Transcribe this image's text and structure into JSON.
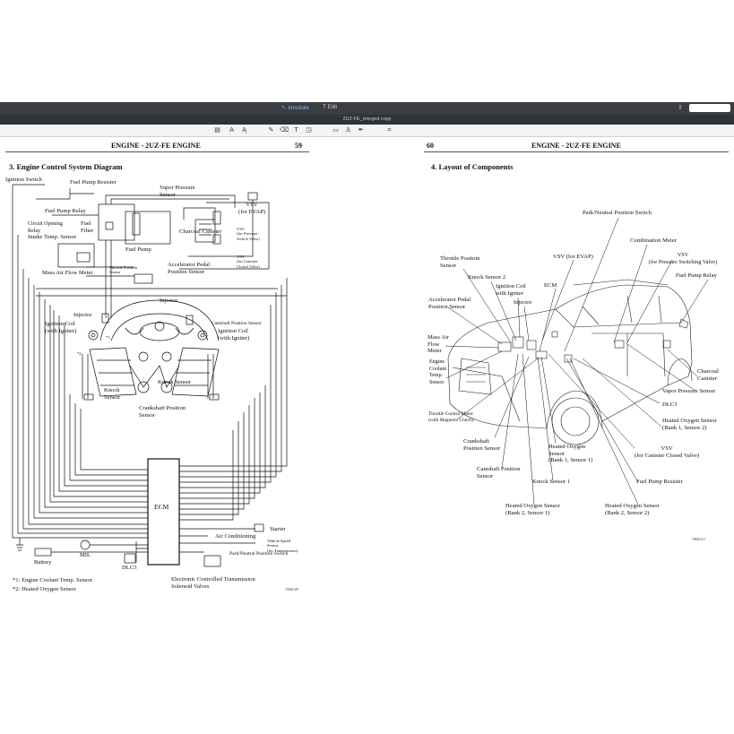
{
  "app": {
    "modes": {
      "annotate": "Annotate",
      "edit": "Edit"
    },
    "file_title": "2UZ-FE_merged copy"
  },
  "left_page": {
    "header_left": "ENGINE - 2UZ-FE ENGINE",
    "page_number": "59",
    "section_title": "3.  Engine Control System Diagram",
    "labels": {
      "ignition_switch": "Ignition Switch",
      "fuel_pump_resister": "Fuel Pump Resister",
      "vapor_pressure_sensor": "Vapor Pressure\nSensor",
      "vsv_evap": "VSV\n(for EVAP)",
      "fuel_pump_relay": "Fuel Pump Relay",
      "circuit_opening_relay": "Circuit Opening\nRelay",
      "fuel_filter": "Fuel\nFilter",
      "intake_temp_sensor": "Intake Temp. Sensor",
      "vsv_pressure_switch": "VSV\n(for Pressure\nSwitch Valve)",
      "charcoal_canister": "Charcoal Canister",
      "fuel_pump": "Fuel Pump",
      "vsv_canister_closed": "VSV\n(for Canister\nClosed Valve)",
      "throttle_position_sensor": "Throttle Position\nSensor",
      "accelerator_pedal_sensor": "Accelerator Pedal\nPosition Sensor",
      "mass_air_flow_meter": "Mass Air Flow Meter",
      "injector_top": "Injector",
      "injector_left": "Injector",
      "ignition_coil_left": "Ignition Coil\n(with Igniter)",
      "camshaft_position_sensor": "Camshaft Position Sensor",
      "ignition_coil_right": "Ignition Coil\n(with Igniter)",
      "knock_sensor_left": "Knock\nSensor",
      "knock_sensor_right": "Knock Sensor",
      "crankshaft_position_sensor": "Crankshaft Position\nSensor",
      "ecm": "ECM",
      "starter": "Starter",
      "air_conditioning": "Air Conditioning",
      "vehicle_speed_sensor": "Vehicle Speed\nSensor\n(for Transmission)",
      "park_neutral_switch": "Park/Neutral Position Switch",
      "battery": "Battery",
      "mil": "MIL",
      "dlc3": "DLC3",
      "ect_solenoid": "Electronic Controlled Transmission\nSolenoid Valves",
      "star1": "*1",
      "star2": "*2"
    },
    "notes": [
      "*1: Engine Coolant Temp. Sensor",
      "*2: Heated Oxygen Sensor"
    ],
    "figure_code": "196EG09"
  },
  "right_page": {
    "page_number": "60",
    "header_right": "ENGINE - 2UZ-FE ENGINE",
    "section_title": "4.  Layout of Components",
    "labels": {
      "park_neutral_switch": "Park/Neutral Position Switch",
      "combination_meter": "Combination Meter",
      "throttle_position_sensor": "Throttle Positoin\nSensor",
      "vsv_evap": "VSV (for EVAP)",
      "vsv_pressure_switching": "VSV\n(for Pressure Switching Valve)",
      "knock_sensor_2": "Knock Sensor 2",
      "fuel_pump_relay": "Fuel Pump Relay",
      "ignition_coil": "Ignition Coil\nwith Igniter",
      "ecm": "ECM",
      "accelerator_pedal_sensor": "Accelerator Pedal\nPosition Sensor",
      "injector": "Injector",
      "mass_air_flow_meter": "Mass Air\nFlow\nMeter",
      "engine_coolant_temp": "Engine\nCoolant\nTemp.\nSensor",
      "charcoal_canister": "Charcoal\nCanister",
      "vapor_pressure_sensor": "Vapor Pressure Sensor",
      "dlc3": "DLC3",
      "throttle_control_motor": "Throttle Control Motor\n(with Magnetic Clutch)",
      "ho2_b1s2": "Heated Oxygen Sensor\n(Bank 1, Sensor 2)",
      "crankshaft_sensor": "Crankshaft\nPosition Sensor",
      "ho2_b1s1": "Heated Oxygen\nSensor\n(Bank 1, Sensor 1)",
      "vsv_canister_closed": "VSV\n(for Canister Closed Valve)",
      "camshaft_sensor": "Camshaft Position\nSensor",
      "fuel_pump_resister": "Fuel Pump Resister",
      "knock_sensor_1": "Knock Sensor 1",
      "ho2_b2s1": "Heated Oxygen Sensor\n(Bank 2, Sensor 1)",
      "ho2_b2s2": "Heated Oxygen Sensor\n(Bank 2, Sensor 2)"
    },
    "figure_code": "196EG10"
  },
  "colors": {
    "titlebar": "#3a3d42",
    "toolbar": "#f3f3f3",
    "ink": "#111111"
  }
}
